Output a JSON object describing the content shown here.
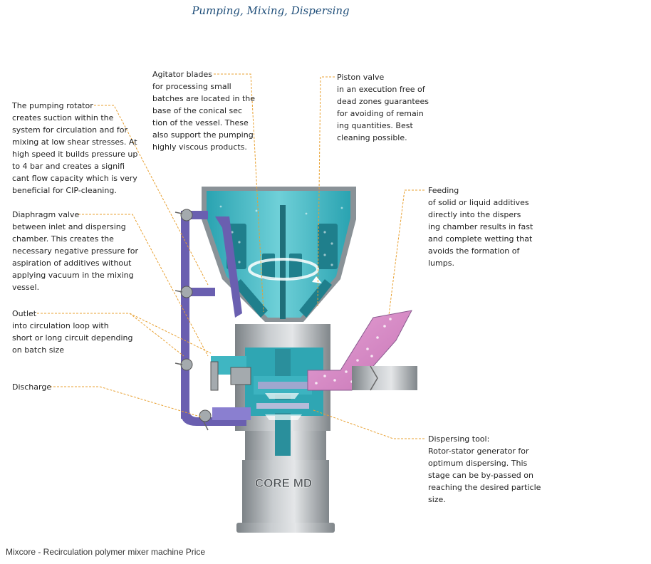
{
  "title": "Pumping, Mixing, Dispersing",
  "brand_label": "CORE MD",
  "caption": "Mixcore - Recirculation polymer mixer machine Price",
  "callouts": {
    "pumping_rotator": {
      "head": "The pumping rotator",
      "body": "creates suction within the\nsystem for circulation and for\nmixing at low shear stresses. At\nhigh speed it builds pressure up\nto 4 bar and creates a signifi\ncant flow capacity which is very\nbeneficial for CIP-cleaning."
    },
    "agitator_blades": {
      "head": "Agitator blades",
      "body": "for processing small\nbatches are located in the\nbase of the conical sec\ntion of the vessel. These\nalso support the pumping\nhighly viscous products."
    },
    "piston_valve": {
      "head": "Piston valve",
      "body": "in an execution free of\ndead zones guarantees\nfor avoiding of remain\ning quantities. Best\ncleaning possible."
    },
    "feeding": {
      "head": "Feeding",
      "body": "of solid or liquid additives\ndirectly into the dispers\ning chamber results in fast\nand complete wetting that\navoids the formation of\nlumps."
    },
    "diaphragm_valve": {
      "head": "Diaphragm valve",
      "body": "between inlet and dispersing\nchamber. This creates the\nnecessary negative pressure for\naspiration of additives without\napplying vacuum in the mixing\nvessel."
    },
    "outlet": {
      "head": "Outlet",
      "body": "into circulation loop with\nshort or long circuit depending\non batch size"
    },
    "discharge": {
      "head": "Discharge",
      "body": ""
    },
    "dispersing_tool": {
      "head": "Dispersing tool:",
      "body": "Rotor-stator generator for\noptimum dispersing. This\nstage can be by-passed on\nreaching the desired particle\nsize."
    }
  },
  "colors": {
    "vessel_teal": "#3fb6c2",
    "vessel_teal_dark": "#1f8e9c",
    "pipe_purple": "#6a5fb0",
    "feed_pink": "#d98ac8",
    "metal_gray": "#9aa0a4",
    "leader_orange": "#e8a030",
    "title_blue": "#1f4e79"
  }
}
